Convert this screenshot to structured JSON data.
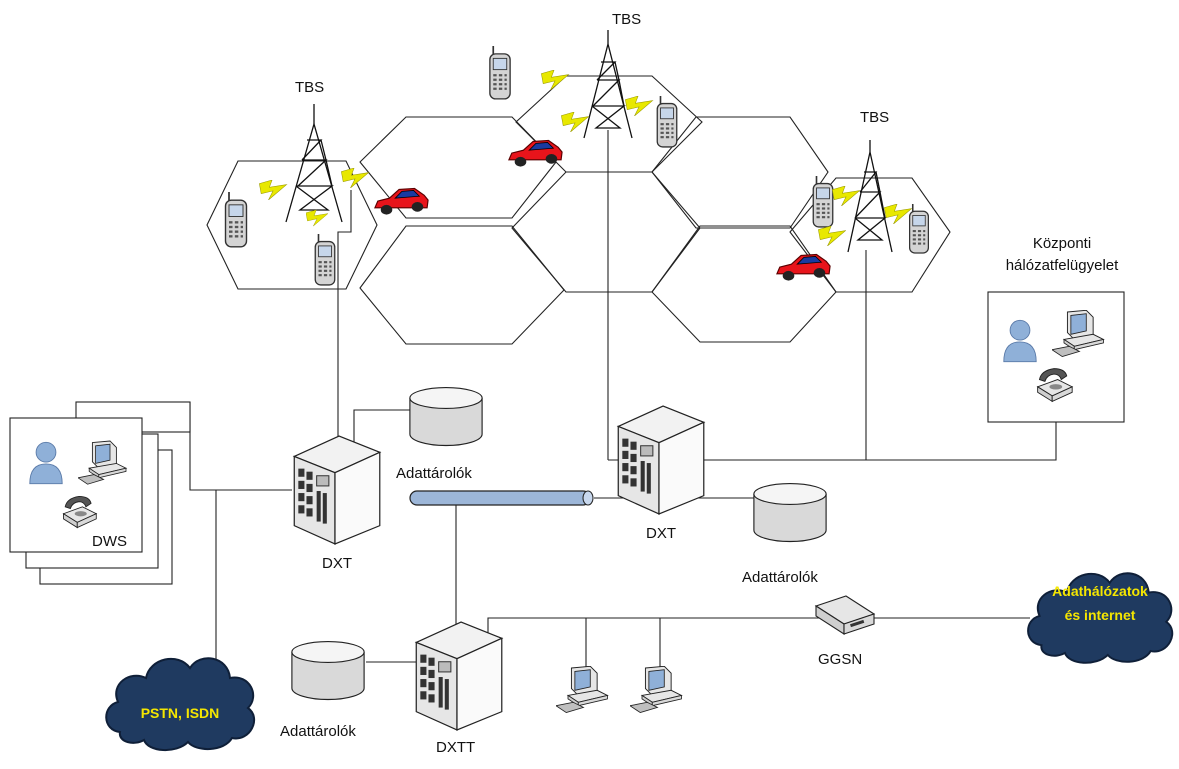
{
  "towers": {
    "left": {
      "label": "TBS"
    },
    "top": {
      "label": "TBS"
    },
    "right": {
      "label": "TBS"
    }
  },
  "dws": {
    "label": "DWS"
  },
  "nms": {
    "title_line1": "Központi",
    "title_line2": "hálózatfelügyelet"
  },
  "switches": {
    "dxt_left": {
      "label": "DXT"
    },
    "dxt_right": {
      "label": "DXT"
    },
    "dxtt": {
      "label": "DXTT"
    }
  },
  "storages": {
    "left": {
      "label": "Adattárolók"
    },
    "right": {
      "label": "Adattárolók"
    },
    "bottom": {
      "label": "Adattárolók"
    }
  },
  "ggsn": {
    "label": "GGSN"
  },
  "clouds": {
    "pstn": {
      "label": "PSTN, ISDN"
    },
    "internet": {
      "line1": "Adathálózatok",
      "line2": "és internet"
    }
  },
  "colors": {
    "cloud": "#1f3a60",
    "cloud_text": "#f5e600",
    "car": "#e8141b",
    "lightning": "#e8e800",
    "storage": "#d9d9d9",
    "backbone": "#9cb6d8"
  }
}
